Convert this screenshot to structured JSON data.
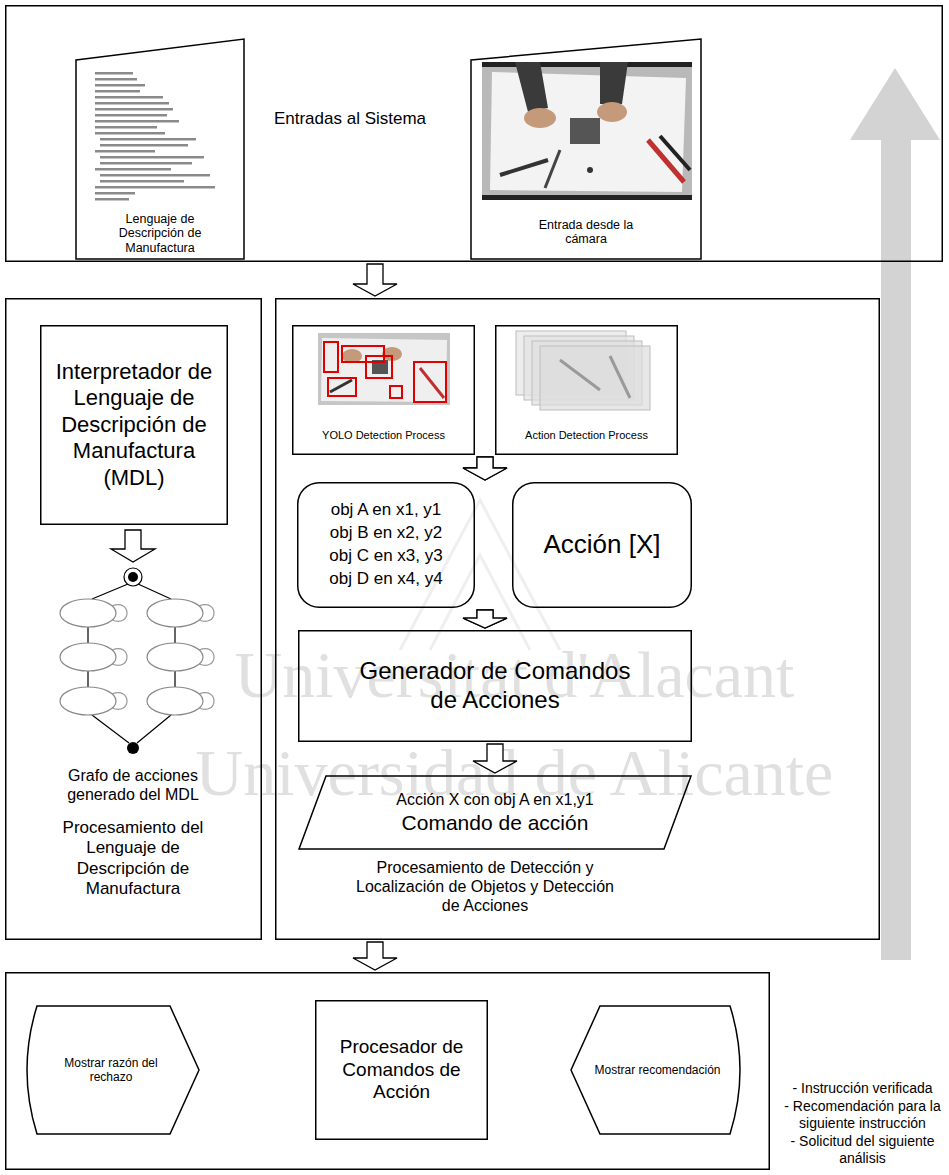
{
  "diagram": {
    "nodes": [
      {
        "text": [
          "Entradas al Sistema"
        ]
      },
      {
        "text": [
          "Lenguaje de Descripción de Manufactura"
        ],
        "in": 0
      },
      {
        "text": [
          "Entrada desde la cámara"
        ],
        "in": 0
      },
      {
        "text": [
          "Grafo de acciones generado del MDL",
          "Procesamiento del Lenguaje de Descripción de Manufactura"
        ]
      },
      {
        "text": [
          "Interpretador de Lenguaje de Descripción de Manufactura (MDL)"
        ],
        "in": 3
      },
      {
        "text": [
          "Procesamiento de Detección y Localización de Objetos y Detección de Acciones"
        ]
      },
      {
        "text": [
          "YOLO Detection Process"
        ],
        "in": 5
      },
      {
        "text": [
          "Action Detection Process"
        ],
        "in": 5
      },
      {
        "text": [
          "obj A en x1, y1",
          "obj B en x2, y2",
          "obj C en x3, y3",
          "obj D en x4, y4"
        ],
        "in": 5
      },
      {
        "text": [
          "Acción [X]"
        ],
        "in": 5
      },
      {
        "text": [
          "Generador de Comandos de Acciones"
        ],
        "in": 5
      },
      {
        "text": [
          "Acción X con obj A en x1,y1",
          "Comando de acción"
        ],
        "in": 5
      },
      {
        "text": []
      },
      {
        "text": [
          "Mostrar razón del rechazo"
        ],
        "in": 12
      },
      {
        "text": [
          "Procesador de Comandos de Acción"
        ],
        "in": 12
      },
      {
        "text": [
          "Mostrar recomendación"
        ],
        "in": 12
      }
    ],
    "edges": [
      {
        "from": 0,
        "to": 5,
        "arrow": "to"
      },
      {
        "from": 6,
        "to": 8,
        "arrow": "to"
      },
      {
        "from": 7,
        "to": 9,
        "arrow": "to"
      },
      {
        "from": 8,
        "to": 10,
        "arrow": "to"
      },
      {
        "from": 9,
        "to": 10,
        "arrow": "to"
      },
      {
        "from": 10,
        "to": 11,
        "arrow": "to"
      },
      {
        "from": 5,
        "to": 12,
        "arrow": "to"
      }
    ],
    "labels": [
      "- Instrucción verificada",
      "- Recomendación para la siguiente instrucción",
      "- Solicitud del siguiente análisis",
      "Universitat d'Alacant",
      "Universidad de Alicante"
    ]
  }
}
